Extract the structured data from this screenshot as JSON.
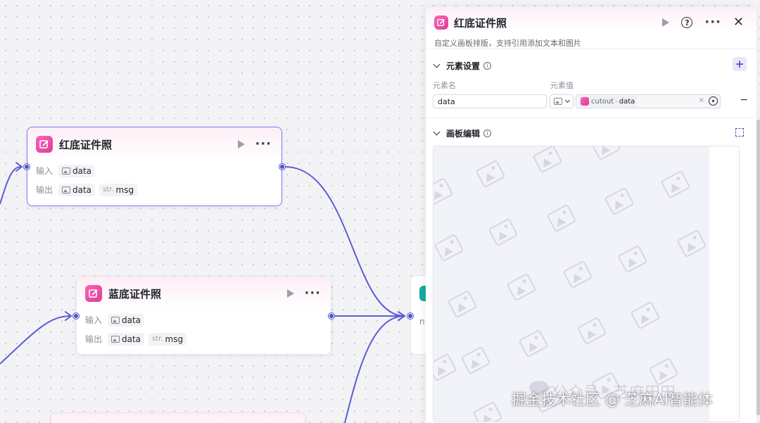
{
  "nodes": {
    "red": {
      "title": "红底证件照",
      "input_label": "输入",
      "output_label": "输出",
      "in_var": "data",
      "out_var": "data",
      "out_str_type": "str.",
      "out_str_var": "msg"
    },
    "blue": {
      "title": "蓝底证件照",
      "input_label": "输入",
      "output_label": "输出",
      "in_var": "data",
      "out_var": "data",
      "out_str_type": "str.",
      "out_str_var": "msg"
    },
    "teal_partial_text": "n"
  },
  "panel": {
    "title": "红底证件照",
    "description": "自定义画板排版，支持引用添加文本和图片",
    "element_section": {
      "title": "元素设置",
      "name_label": "元素名",
      "value_label": "元素值",
      "name_value": "data",
      "ref_source": "cutout",
      "ref_sep": "-",
      "ref_key": "data",
      "clear": "×",
      "add": "+",
      "remove": "−"
    },
    "canvas_section": {
      "title": "画板编辑"
    }
  },
  "watermark": {
    "ghost": "公众号 · 芝麻田田",
    "text": "掘金技术社区 @ 芝麻AI智能体"
  },
  "colors": {
    "accent": "#4e50c8",
    "node_icon": "#e64aa6",
    "teal": "#18a9a3"
  }
}
